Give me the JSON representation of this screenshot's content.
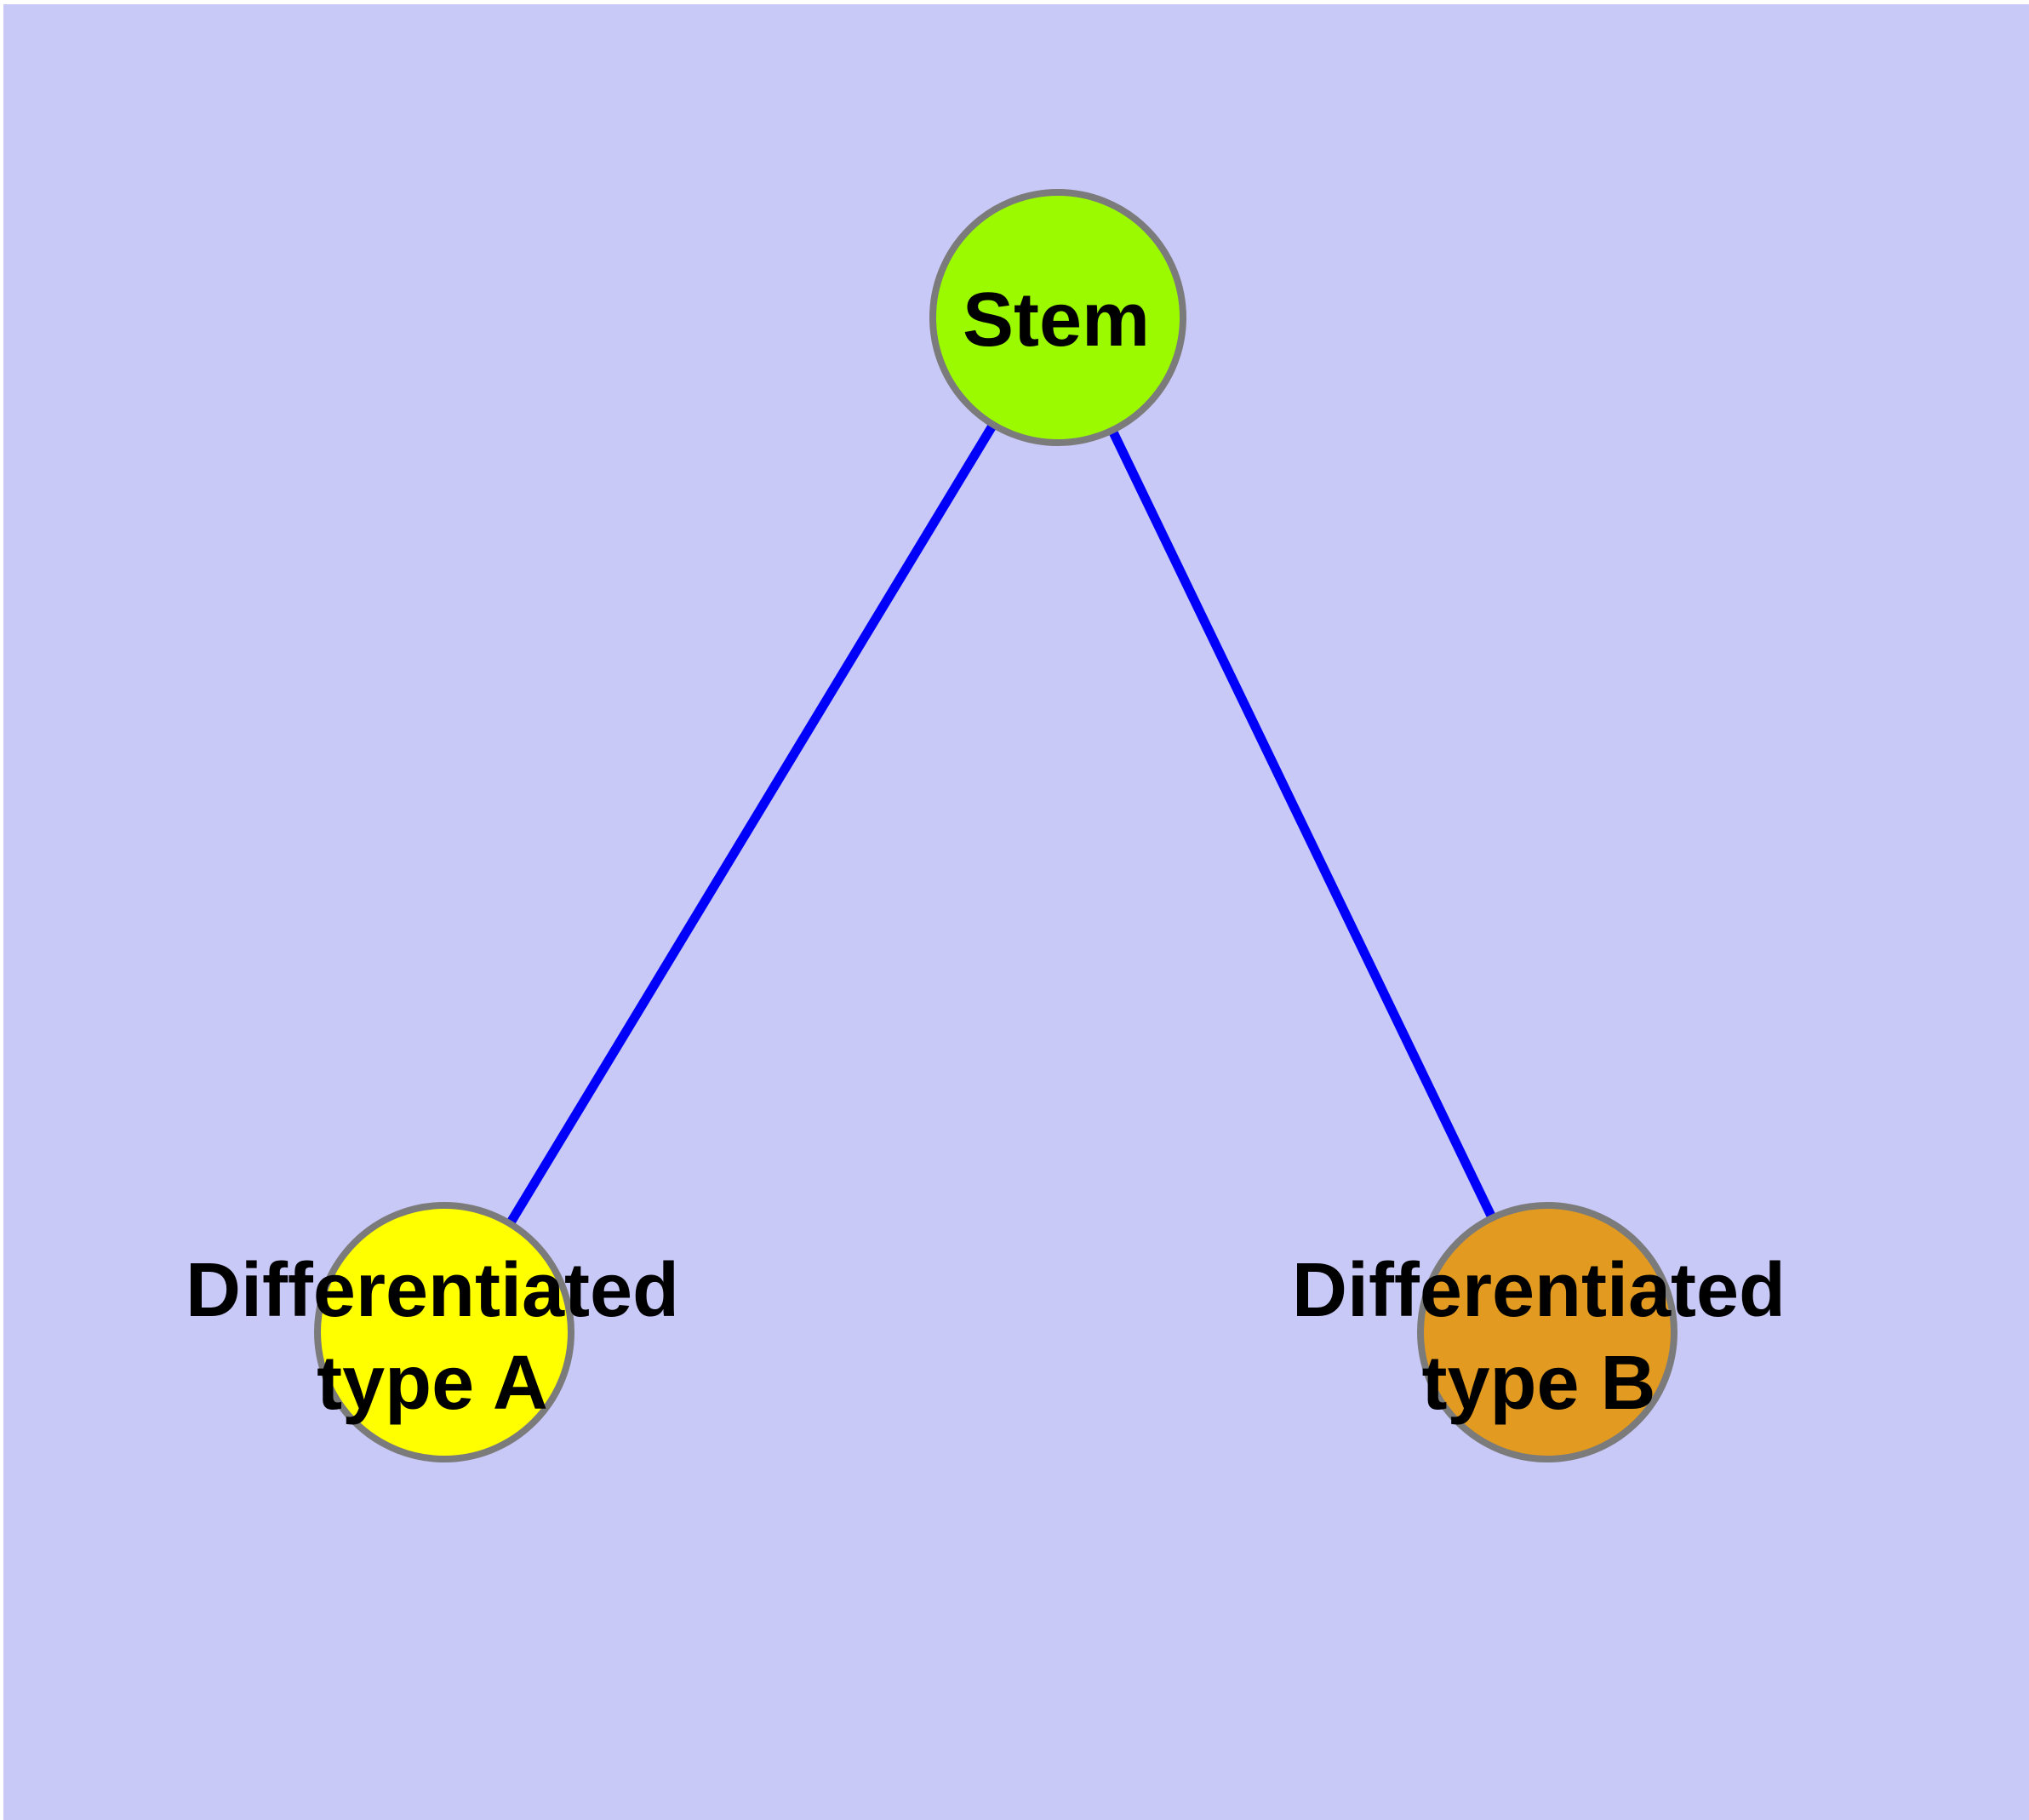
{
  "diagram": {
    "background_color": "#c9c9f7",
    "edge_color": "#0000fa",
    "node_border_color": "#7b7b7b",
    "label_color": "#000000",
    "nodes": [
      {
        "id": "stem",
        "label": "Stem",
        "color": "#9bfa00"
      },
      {
        "id": "differentiated-type-a",
        "label_line1": "Differentiated",
        "label_line2": "type A",
        "color": "#ffff00"
      },
      {
        "id": "differentiated-type-b",
        "label_line1": "Differentiated",
        "label_line2": "type B",
        "color": "#e29b20"
      }
    ],
    "edges": [
      {
        "from": "Stem",
        "to": "Differentiated type A"
      },
      {
        "from": "Stem",
        "to": "Differentiated type B"
      }
    ]
  }
}
